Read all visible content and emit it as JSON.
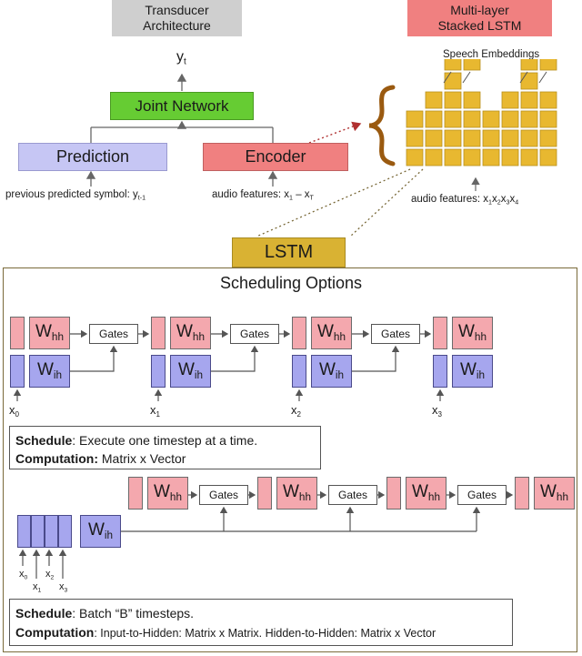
{
  "top": {
    "transducer_title_1": "Transducer",
    "transducer_title_2": "Architecture",
    "yt": "y",
    "yt_sub": "t",
    "joint_network": "Joint Network",
    "prediction": "Prediction",
    "encoder": "Encoder",
    "prev_symbol_label": "previous predicted symbol: y",
    "prev_symbol_sub": "t-1",
    "audio_feat_label": "audio features: x",
    "audio_feat_sub1": "1",
    "audio_feat_mid": " – x",
    "audio_feat_sub2": "T",
    "stacked_title_1": "Multi-layer",
    "stacked_title_2": "Stacked LSTM",
    "speech_embeddings": "Speech Embeddings",
    "audio_feat_right": "audio features: x",
    "audio_feat_right_subs": [
      "1",
      "2",
      "3",
      "4"
    ],
    "lstm": "LSTM"
  },
  "scheduling": {
    "title": "Scheduling Options",
    "w_hh": "W",
    "w_hh_sub": "hh",
    "w_ih": "W",
    "w_ih_sub": "ih",
    "gates": "Gates",
    "x_labels": [
      "x",
      "x",
      "x",
      "x"
    ],
    "x_subs": [
      "0",
      "1",
      "2",
      "3"
    ],
    "schedule1_label": "Schedule",
    "schedule1_text": ": Execute one timestep at a time.",
    "computation1_label": "Computation:",
    "computation1_text": " Matrix x Vector",
    "schedule2_label": "Schedule",
    "schedule2_text": ": Batch “B” timesteps.",
    "computation2_label": "Computation",
    "computation2_text": ": Input-to-Hidden: Matrix x Matrix. Hidden-to-Hidden: Matrix x Vector"
  },
  "colors": {
    "title_gray": "#cfcfcf",
    "stacked_red": "#f08080",
    "joint_green": "#66cc33",
    "prediction_blue": "#c6c6f4",
    "encoder_red": "#f08080",
    "lstm_gold": "#d9b233",
    "embed_gold": "#e8b830",
    "panel_border": "#7a6a3a"
  }
}
